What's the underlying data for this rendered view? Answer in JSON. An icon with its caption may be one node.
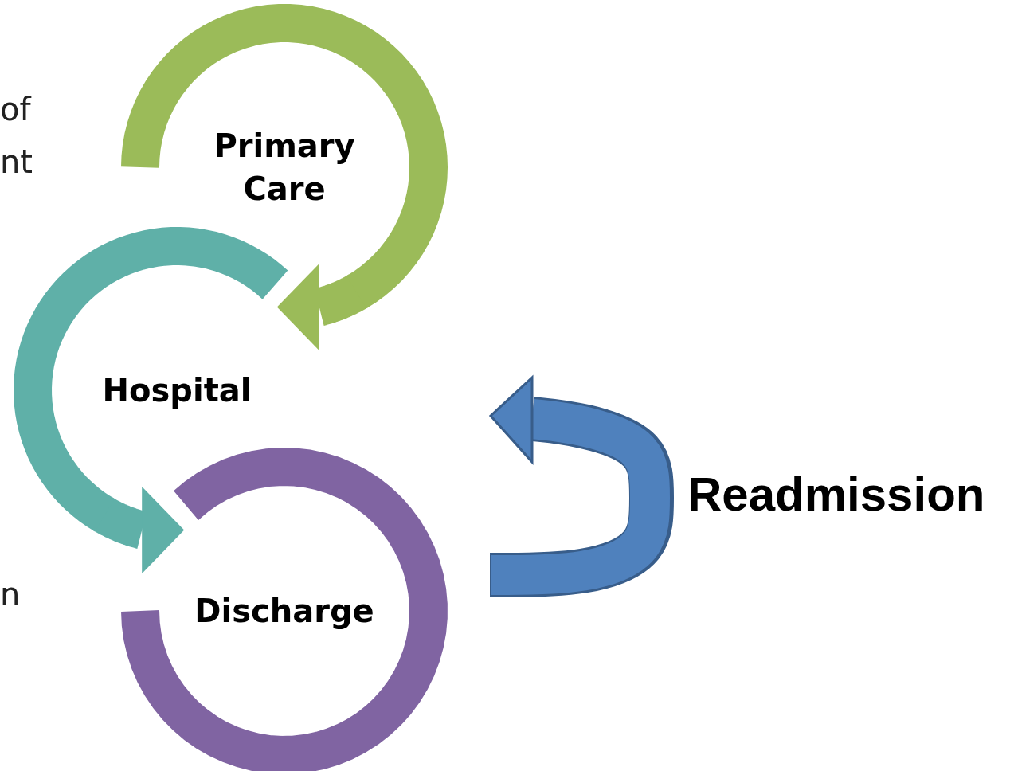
{
  "diagram": {
    "nodes": [
      {
        "text": [
          "Primary Care"
        ]
      },
      {
        "text": [
          "Hospital"
        ]
      },
      {
        "text": [
          "Discharge"
        ]
      }
    ],
    "edges": [
      {
        "from": 0,
        "to": 1,
        "arrow": "to",
        "color": "#9bbb59"
      },
      {
        "from": 1,
        "to": 2,
        "arrow": "to",
        "color": "#5fb0a8"
      }
    ],
    "labels": [
      "of",
      "nt",
      "n",
      "Readmission"
    ]
  }
}
